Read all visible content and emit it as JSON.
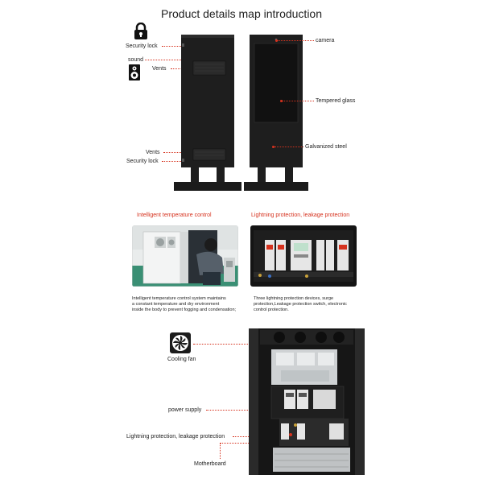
{
  "page_title": "Product details map introduction",
  "top_section": {
    "labels": {
      "security_lock_top": "Security lock",
      "sound": "sound",
      "vents_top": "Vents",
      "vents_bottom": "Vents",
      "security_lock_bottom": "Security lock",
      "camera": "camera",
      "tempered_glass": "Tempered glass",
      "galvanized_steel": "Galvanized steel"
    }
  },
  "middle_section": {
    "left": {
      "title": "Intelligent temperature control",
      "caption_lines": [
        "Intelligent temperature control system maintains",
        "a constant temperature and dry environment",
        "inside the body to prevent fogging and condensation;"
      ]
    },
    "right": {
      "title": "Lightning protection, leakage protection",
      "caption_lines": [
        "Three lightning protection devices, surge",
        "protection,Leakage protection switch, electronic",
        "control protection."
      ]
    }
  },
  "bottom_section": {
    "labels": {
      "cooling_fan": "Cooling fan",
      "power_supply": "power supply",
      "lightning_leakage": "Lightning protection, leakage protection",
      "motherboard": "Motherboard"
    }
  },
  "colors": {
    "accent": "#d6321e",
    "cabinet": "#1b1b1b",
    "text": "#222222"
  }
}
